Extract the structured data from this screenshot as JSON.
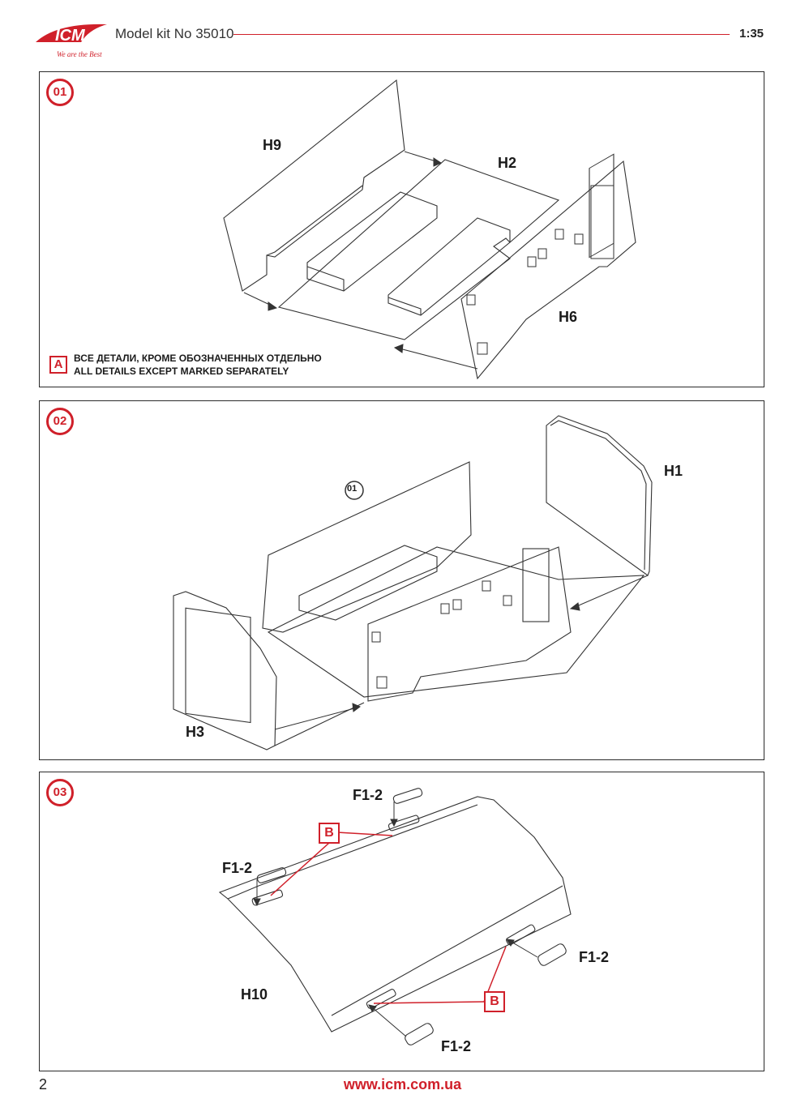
{
  "header": {
    "logo_text": "ICM",
    "logo_tagline": "We are the Best",
    "title": "Model kit No 35010",
    "scale": "1:35",
    "accent_color": "#d0202a"
  },
  "steps": [
    {
      "number": "01",
      "parts": [
        "H9",
        "H2",
        "H6"
      ],
      "note_marker": "A",
      "note_ru": "ВСЕ ДЕТАЛИ, КРОМЕ ОБОЗНАЧЕННЫХ ОТДЕЛЬНО",
      "note_en": "ALL DETAILS EXCEPT MARKED SEPARATELY"
    },
    {
      "number": "02",
      "subassembly_ref": "01",
      "parts": [
        "H1",
        "H3"
      ]
    },
    {
      "number": "03",
      "parts": [
        "F1-2",
        "F1-2",
        "F1-2",
        "F1-2",
        "H10"
      ],
      "markers": [
        "B",
        "B"
      ]
    }
  ],
  "footer": {
    "page_number": "2",
    "url": "www.icm.com.ua"
  }
}
